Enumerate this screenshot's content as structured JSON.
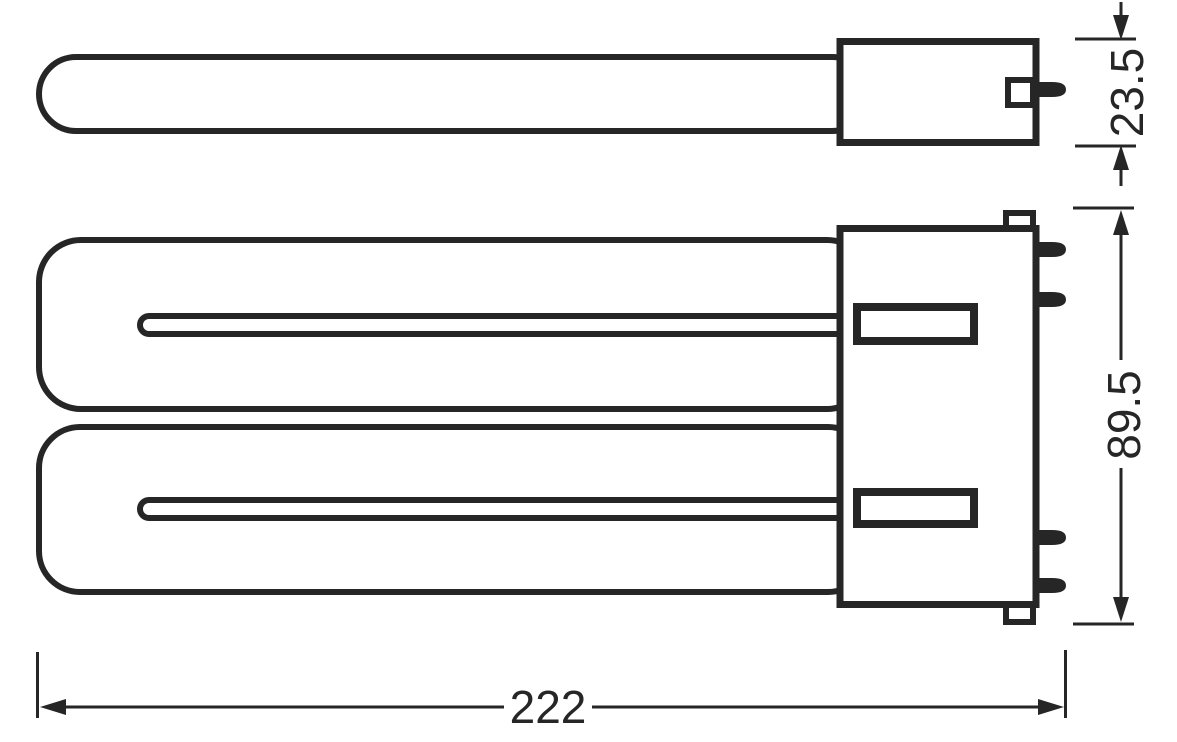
{
  "drawing": {
    "type": "technical-dimension-drawing",
    "subject": "compact fluorescent lamp, side view and front view",
    "dimensions": {
      "overall_length": "222",
      "side_height": "23.5",
      "front_height": "89.5"
    }
  },
  "colors": {
    "line": "#262626",
    "background": "#ffffff"
  }
}
